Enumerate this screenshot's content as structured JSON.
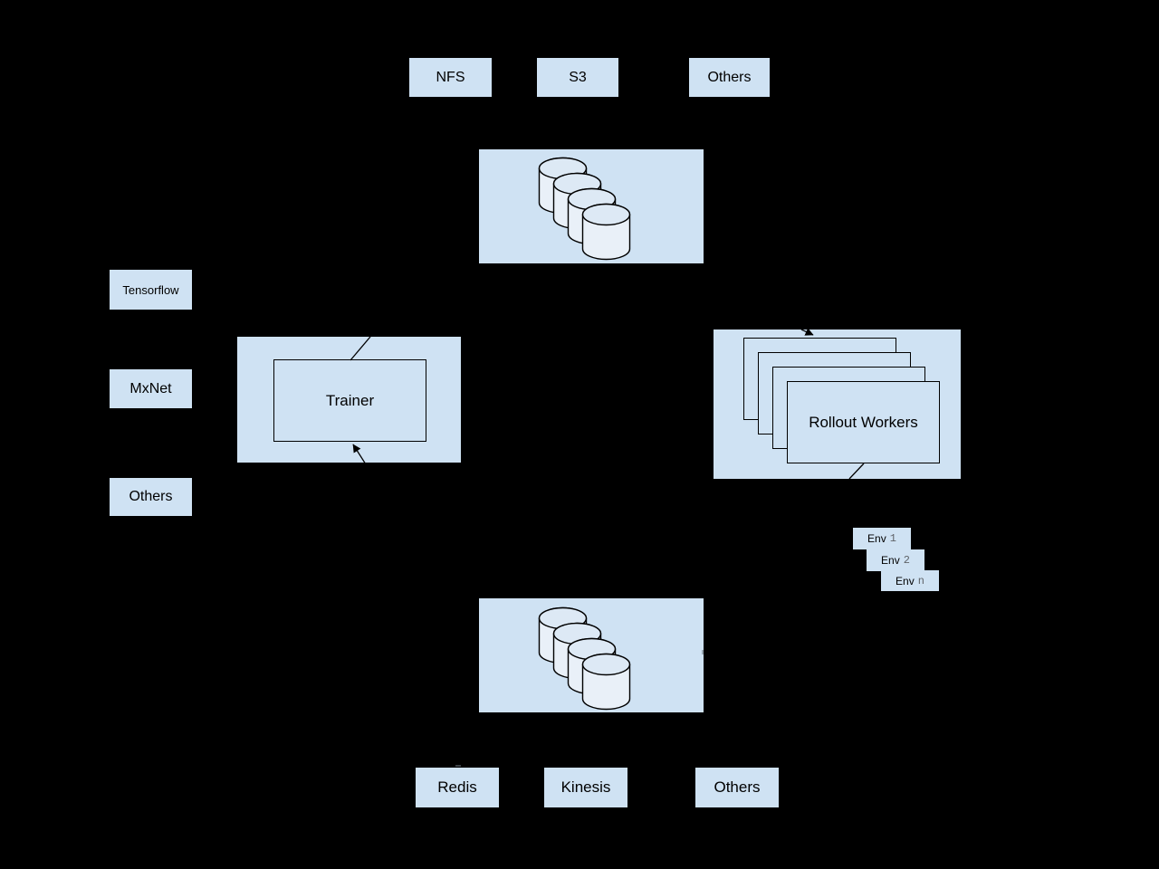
{
  "colors": {
    "background": "#000000",
    "box_fill": "#cfe2f3",
    "box_border": "#000000",
    "cylinder_body_fill": "#e9f0f8",
    "cylinder_top_fill": "#dde9f5",
    "line": "#000000",
    "env_index_color": "#5f6368"
  },
  "top_backends": {
    "items": [
      {
        "label": "NFS"
      },
      {
        "label": "S3"
      },
      {
        "label": "Others"
      }
    ]
  },
  "top_data_store": {
    "cylinder_count": 4,
    "icon": "database-cylinder-icon"
  },
  "frameworks": {
    "items": [
      {
        "label": "Tensorflow"
      },
      {
        "label": "MxNet"
      },
      {
        "label": "Others"
      }
    ]
  },
  "trainer": {
    "label": "Trainer"
  },
  "rollout_workers": {
    "label": "Rollout Workers",
    "stack_count": 4
  },
  "environments": {
    "items": [
      {
        "prefix": "Env",
        "index": "1"
      },
      {
        "prefix": "Env",
        "index": "2"
      },
      {
        "prefix": "Env",
        "index": "n"
      }
    ]
  },
  "bottom_data_store": {
    "cylinder_count": 4,
    "icon": "database-cylinder-icon"
  },
  "bottom_backends": {
    "items": [
      {
        "label": "Redis"
      },
      {
        "label": "Kinesis"
      },
      {
        "label": "Others"
      }
    ]
  }
}
